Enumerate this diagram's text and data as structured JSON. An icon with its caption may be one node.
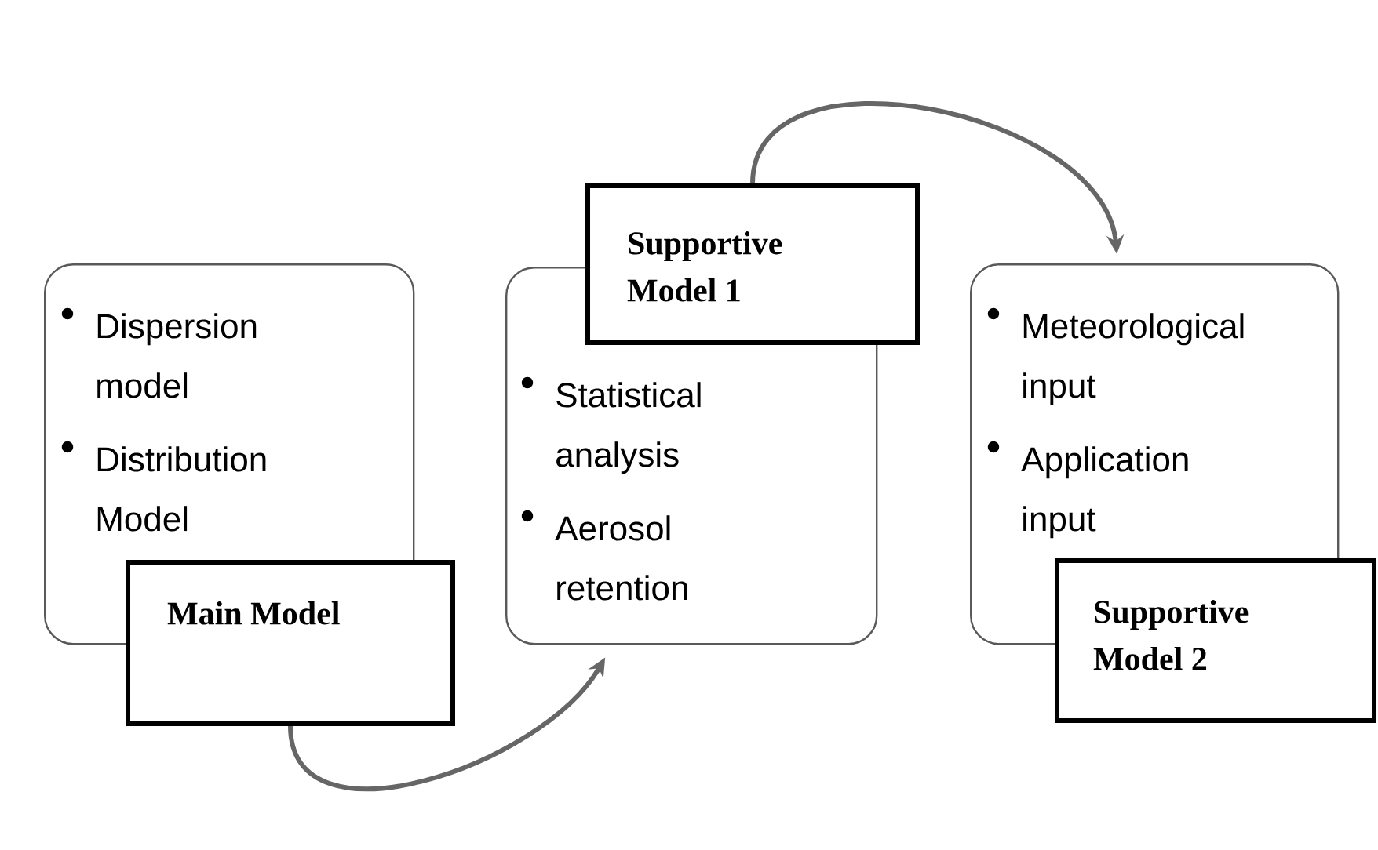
{
  "diagram": {
    "nodes": [
      {
        "text": [
          "Dispersion model",
          "Distribution Model"
        ]
      },
      {
        "text": [
          "Main Model"
        ]
      },
      {
        "text": [
          "Statistical analysis",
          "Aerosol retention"
        ]
      },
      {
        "text": [
          "Supportive Model 1"
        ]
      },
      {
        "text": [
          "Meteorological input",
          "Application input"
        ]
      },
      {
        "text": [
          "Supportive Model 2"
        ]
      }
    ],
    "edges": [
      {
        "from": 1,
        "to": 2,
        "arrow": "to"
      },
      {
        "from": 3,
        "to": 4,
        "arrow": "to"
      }
    ]
  }
}
